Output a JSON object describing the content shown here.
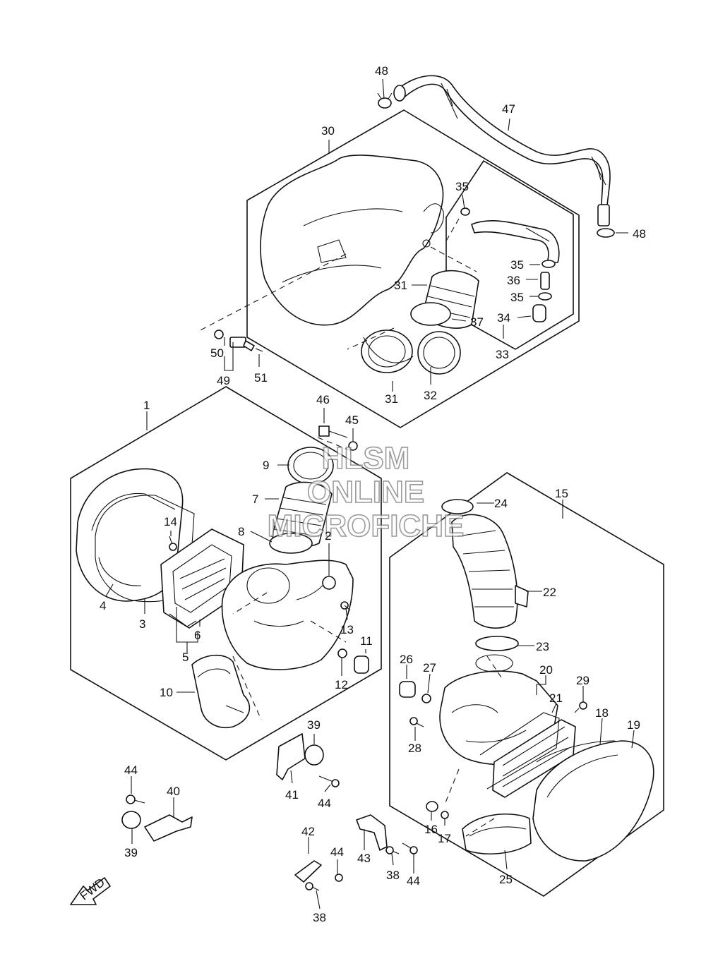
{
  "watermark": {
    "line1": "HLSM",
    "line2": "ONLINE",
    "line3": "MICROFICHE"
  },
  "fwd_marker": "FWD",
  "callouts": [
    {
      "id": "c48a",
      "text": "48"
    },
    {
      "id": "c47",
      "text": "47"
    },
    {
      "id": "c30",
      "text": "30"
    },
    {
      "id": "c35a",
      "text": "35"
    },
    {
      "id": "c48b",
      "text": "48"
    },
    {
      "id": "c35b",
      "text": "35"
    },
    {
      "id": "c36",
      "text": "36"
    },
    {
      "id": "c35c",
      "text": "35"
    },
    {
      "id": "c31a",
      "text": "31"
    },
    {
      "id": "c37",
      "text": "37"
    },
    {
      "id": "c34",
      "text": "34"
    },
    {
      "id": "c33",
      "text": "33"
    },
    {
      "id": "c50",
      "text": "50"
    },
    {
      "id": "c51",
      "text": "51"
    },
    {
      "id": "c49",
      "text": "49"
    },
    {
      "id": "c31b",
      "text": "31"
    },
    {
      "id": "c32",
      "text": "32"
    },
    {
      "id": "c1",
      "text": "1"
    },
    {
      "id": "c46",
      "text": "46"
    },
    {
      "id": "c45",
      "text": "45"
    },
    {
      "id": "c9",
      "text": "9"
    },
    {
      "id": "c7",
      "text": "7"
    },
    {
      "id": "c14",
      "text": "14"
    },
    {
      "id": "c8",
      "text": "8"
    },
    {
      "id": "c2",
      "text": "2"
    },
    {
      "id": "c4",
      "text": "4"
    },
    {
      "id": "c3",
      "text": "3"
    },
    {
      "id": "c6",
      "text": "6"
    },
    {
      "id": "c13",
      "text": "13"
    },
    {
      "id": "c5",
      "text": "5"
    },
    {
      "id": "c11",
      "text": "11"
    },
    {
      "id": "c12",
      "text": "12"
    },
    {
      "id": "c10",
      "text": "10"
    },
    {
      "id": "c15",
      "text": "15"
    },
    {
      "id": "c24",
      "text": "24"
    },
    {
      "id": "c22",
      "text": "22"
    },
    {
      "id": "c23",
      "text": "23"
    },
    {
      "id": "c26",
      "text": "26"
    },
    {
      "id": "c27",
      "text": "27"
    },
    {
      "id": "c20",
      "text": "20"
    },
    {
      "id": "c29",
      "text": "29"
    },
    {
      "id": "c21",
      "text": "21"
    },
    {
      "id": "c18",
      "text": "18"
    },
    {
      "id": "c19",
      "text": "19"
    },
    {
      "id": "c28",
      "text": "28"
    },
    {
      "id": "c39a",
      "text": "39"
    },
    {
      "id": "c41",
      "text": "41"
    },
    {
      "id": "c44a",
      "text": "44"
    },
    {
      "id": "c44b",
      "text": "44"
    },
    {
      "id": "c40",
      "text": "40"
    },
    {
      "id": "c39b",
      "text": "39"
    },
    {
      "id": "c16",
      "text": "16"
    },
    {
      "id": "c17",
      "text": "17"
    },
    {
      "id": "c42",
      "text": "42"
    },
    {
      "id": "c43",
      "text": "43"
    },
    {
      "id": "c44c",
      "text": "44"
    },
    {
      "id": "c38a",
      "text": "38"
    },
    {
      "id": "c44d",
      "text": "44"
    },
    {
      "id": "c25",
      "text": "25"
    },
    {
      "id": "c38b",
      "text": "38"
    }
  ]
}
